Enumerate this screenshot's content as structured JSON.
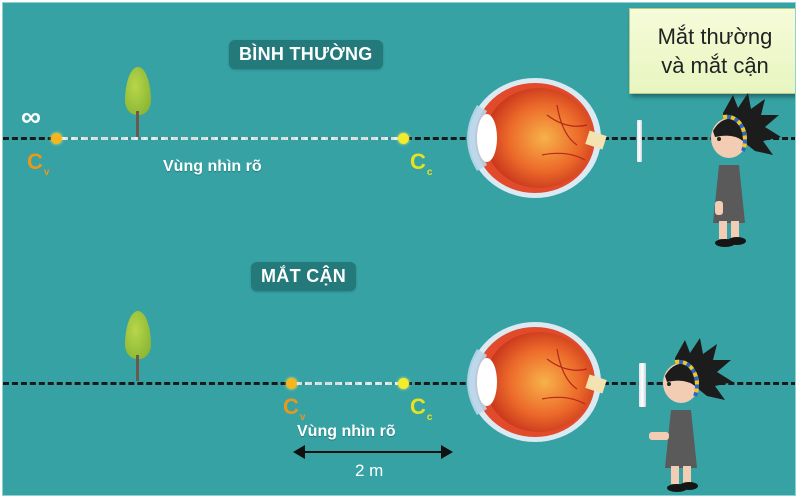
{
  "title_box": {
    "line1": "Mắt thường",
    "line2": "và mắt cận",
    "bg": "#eef8c8"
  },
  "colors": {
    "background": "#36a2a4",
    "label_bg": "#247a7a",
    "cv": "#e8981a",
    "cc": "#e6e21f"
  },
  "normal": {
    "label": "BÌNH THƯỜNG",
    "infinity": "∞",
    "cv": {
      "letter": "C",
      "sub": "v"
    },
    "cc": {
      "letter": "C",
      "sub": "c"
    },
    "zone_text": "Vùng nhìn rõ"
  },
  "myopia": {
    "label": "MẮT CẬN",
    "cv": {
      "letter": "C",
      "sub": "v"
    },
    "cc": {
      "letter": "C",
      "sub": "c"
    },
    "zone_text": "Vùng nhìn rõ",
    "distance": "2 m"
  },
  "icons": [
    "tree-icon",
    "eyeball-icon",
    "screen-icon",
    "child-character-icon"
  ]
}
